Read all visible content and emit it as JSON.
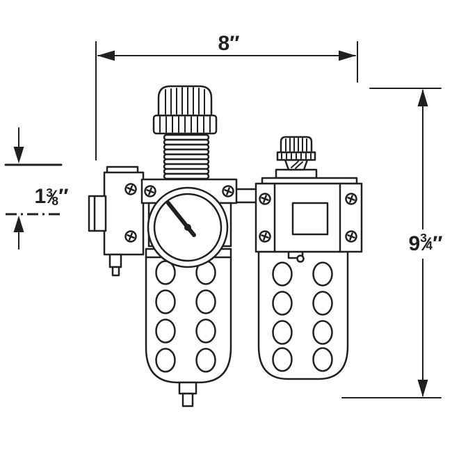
{
  "labels": {
    "width": {
      "value": "8",
      "unit": "″"
    },
    "height": {
      "whole": "9",
      "numerator": "3",
      "slash": "⁄",
      "denominator": "4",
      "unit": "″"
    },
    "inlet": {
      "whole": "1",
      "numerator": "3",
      "slash": "⁄",
      "denominator": "8",
      "unit": "″"
    }
  },
  "colors": {
    "line": "#231f20",
    "background": "#ffffff"
  }
}
